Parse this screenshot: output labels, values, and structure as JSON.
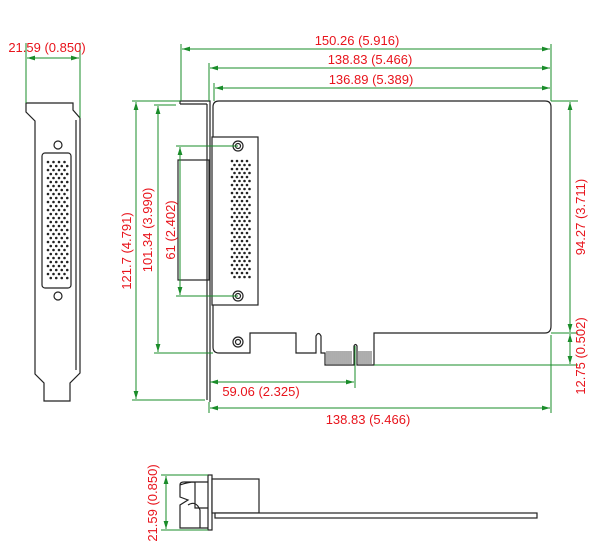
{
  "title": "PCI Express board mechanical drawing",
  "colors": {
    "dimension_line": "#1a8c2a",
    "dimension_text": "#e8141c",
    "outline": "#222222"
  },
  "dimensions": {
    "bracket_width": "21.59 (0.850)",
    "overall_length": "150.26 (5.916)",
    "board_length_bracket": "138.83 (5.466)",
    "board_length": "136.89 (5.389)",
    "bracket_height": "121.7 (4.791)",
    "board_height": "101.34 (3.990)",
    "connector_pitch": "61 (2.402)",
    "board_upper_height": "94.27 (3.711)",
    "edge_connector_height": "12.75 (0.502)",
    "key_offset": "59.06 (2.325)",
    "board_length_bottom": "138.83 (5.466)",
    "side_depth": "21.59 (0.850)"
  }
}
